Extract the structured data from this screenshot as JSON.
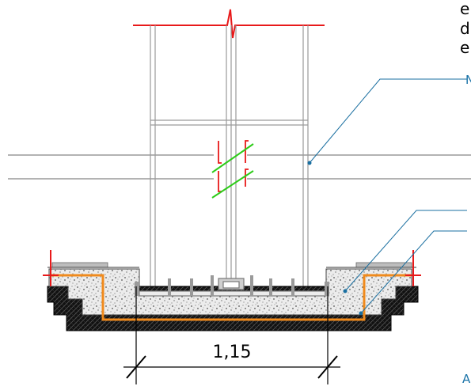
{
  "drawing": {
    "note_lines": [
      "e",
      "d",
      "e"
    ],
    "dimension_text": "1,15",
    "callout_partial_top": "N",
    "callout_partial_bottom": "A",
    "colors": {
      "concrete_fill": "#d0d0d0",
      "base_fill": "#1a1a1a",
      "membrane": "#f08a1c",
      "break_red": "#e8191a",
      "break_green": "#2ecc1a",
      "leader": "#1a6fa0",
      "structure": "#9a9a9a"
    }
  }
}
